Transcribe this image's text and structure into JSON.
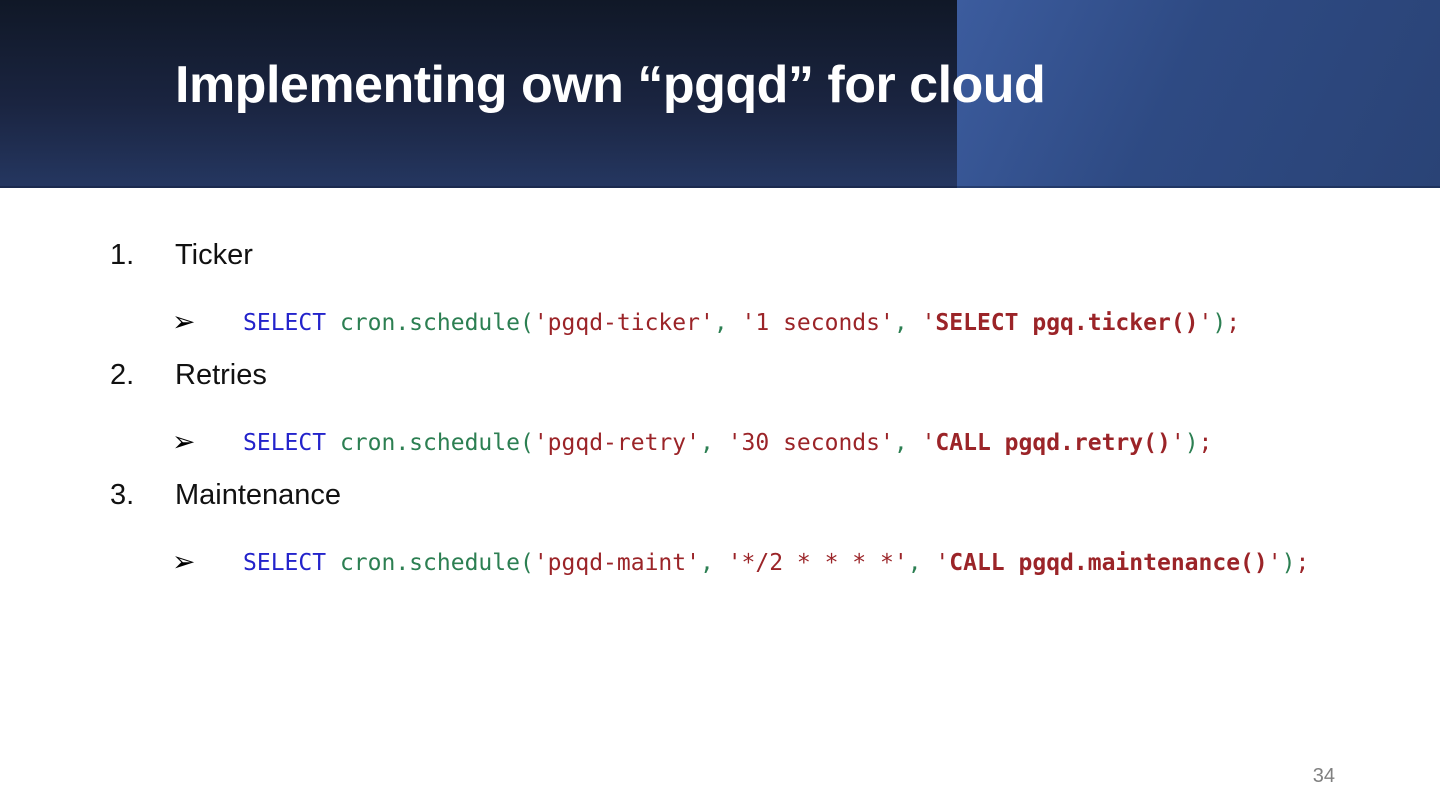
{
  "slide": {
    "title": "Implementing own “pgqd” for cloud",
    "page_number": "34",
    "bullet_glyph": "➢",
    "items": [
      {
        "number": "1.",
        "label": "Ticker",
        "code_tokens": [
          {
            "t": "SELECT",
            "c": "kw"
          },
          {
            "t": " cron.schedule(",
            "c": "fn"
          },
          {
            "t": "'pgqd-ticker'",
            "c": "str"
          },
          {
            "t": ", ",
            "c": "fn"
          },
          {
            "t": "'1 seconds'",
            "c": "str"
          },
          {
            "t": ", ",
            "c": "fn"
          },
          {
            "t": "'",
            "c": "str"
          },
          {
            "t": "SELECT pgq.ticker()",
            "c": "strb"
          },
          {
            "t": "'",
            "c": "str"
          },
          {
            "t": ")",
            "c": "fn"
          },
          {
            "t": ";",
            "c": "str"
          }
        ]
      },
      {
        "number": "2.",
        "label": "Retries",
        "code_tokens": [
          {
            "t": "SELECT",
            "c": "kw"
          },
          {
            "t": " cron.schedule(",
            "c": "fn"
          },
          {
            "t": "'pgqd-retry'",
            "c": "str"
          },
          {
            "t": ", ",
            "c": "fn"
          },
          {
            "t": "'30 seconds'",
            "c": "str"
          },
          {
            "t": ", ",
            "c": "fn"
          },
          {
            "t": "'",
            "c": "str"
          },
          {
            "t": "CALL pgqd.retry()",
            "c": "strb"
          },
          {
            "t": "'",
            "c": "str"
          },
          {
            "t": ")",
            "c": "fn"
          },
          {
            "t": ";",
            "c": "str"
          }
        ]
      },
      {
        "number": "3.",
        "label": "Maintenance",
        "code_tokens": [
          {
            "t": "SELECT",
            "c": "kw"
          },
          {
            "t": " cron.schedule(",
            "c": "fn"
          },
          {
            "t": "'pgqd-maint'",
            "c": "str"
          },
          {
            "t": ", ",
            "c": "fn"
          },
          {
            "t": "'*/2 * * * *'",
            "c": "str"
          },
          {
            "t": ", ",
            "c": "fn"
          },
          {
            "t": "'",
            "c": "str"
          },
          {
            "t": "CALL pgqd.maintenance()",
            "c": "strb"
          },
          {
            "t": "'",
            "c": "str"
          },
          {
            "t": ")",
            "c": "fn"
          },
          {
            "t": ";",
            "c": "str"
          }
        ]
      }
    ]
  },
  "colors": {
    "keyword_blue": "#2323cb",
    "identifier_green": "#2c7f52",
    "string_red": "#9b2428",
    "header_dark_navy": "#17213c",
    "header_accent_blue": "#33518c",
    "title_white": "#ffffff",
    "page_number_gray": "#808080"
  }
}
